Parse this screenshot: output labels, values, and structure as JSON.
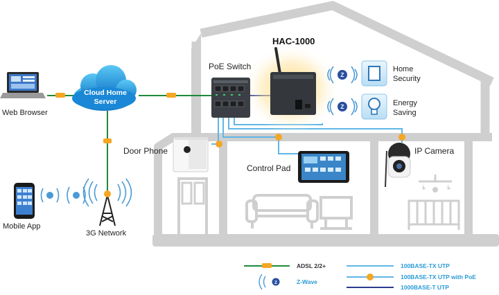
{
  "labels": {
    "web_browser": "Web Browser",
    "cloud_line1": "Cloud Home",
    "cloud_line2": "Server",
    "poe_switch": "PoE Switch",
    "hac": "HAC-1000",
    "home_security_line1": "Home",
    "home_security_line2": "Security",
    "energy_saving_line1": "Energy",
    "energy_saving_line2": "Saving",
    "door_phone": "Door Phone",
    "control_pad": "Control Pad",
    "ip_camera": "IP Camera",
    "mobile_app": "Mobile App",
    "network_3g": "3G Network"
  },
  "legend": {
    "adsl": "ADSL 2/2+",
    "zwave": "Z-Wave",
    "tx_utp": "100BASE-TX UTP",
    "tx_utp_poe": "100BASE-TX UTP with PoE",
    "t_utp": "1000BASE-T UTP"
  },
  "colors": {
    "adsl": "#1e8a3a",
    "utp": "#5fb6e6",
    "poe_dot": "#f5a623",
    "gigabit": "#2b3a8c",
    "zwave": "#4a9ad6",
    "house": "#cfcfcf"
  }
}
